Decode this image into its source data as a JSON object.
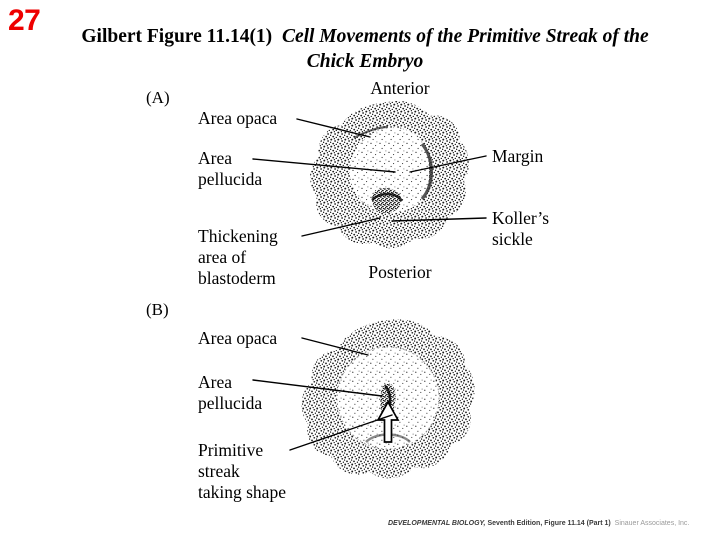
{
  "slide": {
    "number": "27",
    "background_color": "#ffffff",
    "number_color": "#ee0000"
  },
  "title": {
    "prefix": "Gilbert Figure 11.14(1)",
    "italic_line1": "Cell Movements of the Primitive",
    "italic_line2": "Streak of the Chick Embryo"
  },
  "panel_a": {
    "panel_label": "(A)",
    "anterior": "Anterior",
    "posterior": "Posterior",
    "labels_left": [
      {
        "name": "area-opaca",
        "text": "Area opaca"
      },
      {
        "name": "area-pellucida",
        "text": "Area\npellucida"
      },
      {
        "name": "thickening-area-of-blastoderm",
        "text": "Thickening\narea of\nblastoderm"
      }
    ],
    "labels_right": [
      {
        "name": "margin",
        "text": "Margin"
      },
      {
        "name": "kollers-sickle",
        "text": "Koller’s\nsickle"
      }
    ]
  },
  "panel_b": {
    "panel_label": "(B)",
    "labels_left": [
      {
        "name": "area-opaca",
        "text": "Area opaca"
      },
      {
        "name": "area-pellucida",
        "text": "Area\npellucida"
      },
      {
        "name": "primitive-streak-taking-shape",
        "text": "Primitive\nstreak\ntaking shape"
      }
    ]
  },
  "footer": {
    "book": "DEVELOPMENTAL BIOLOGY,",
    "edition": " Seventh Edition, Figure 11.14 (Part 1)",
    "publisher": "Sinauer Associates, Inc."
  }
}
